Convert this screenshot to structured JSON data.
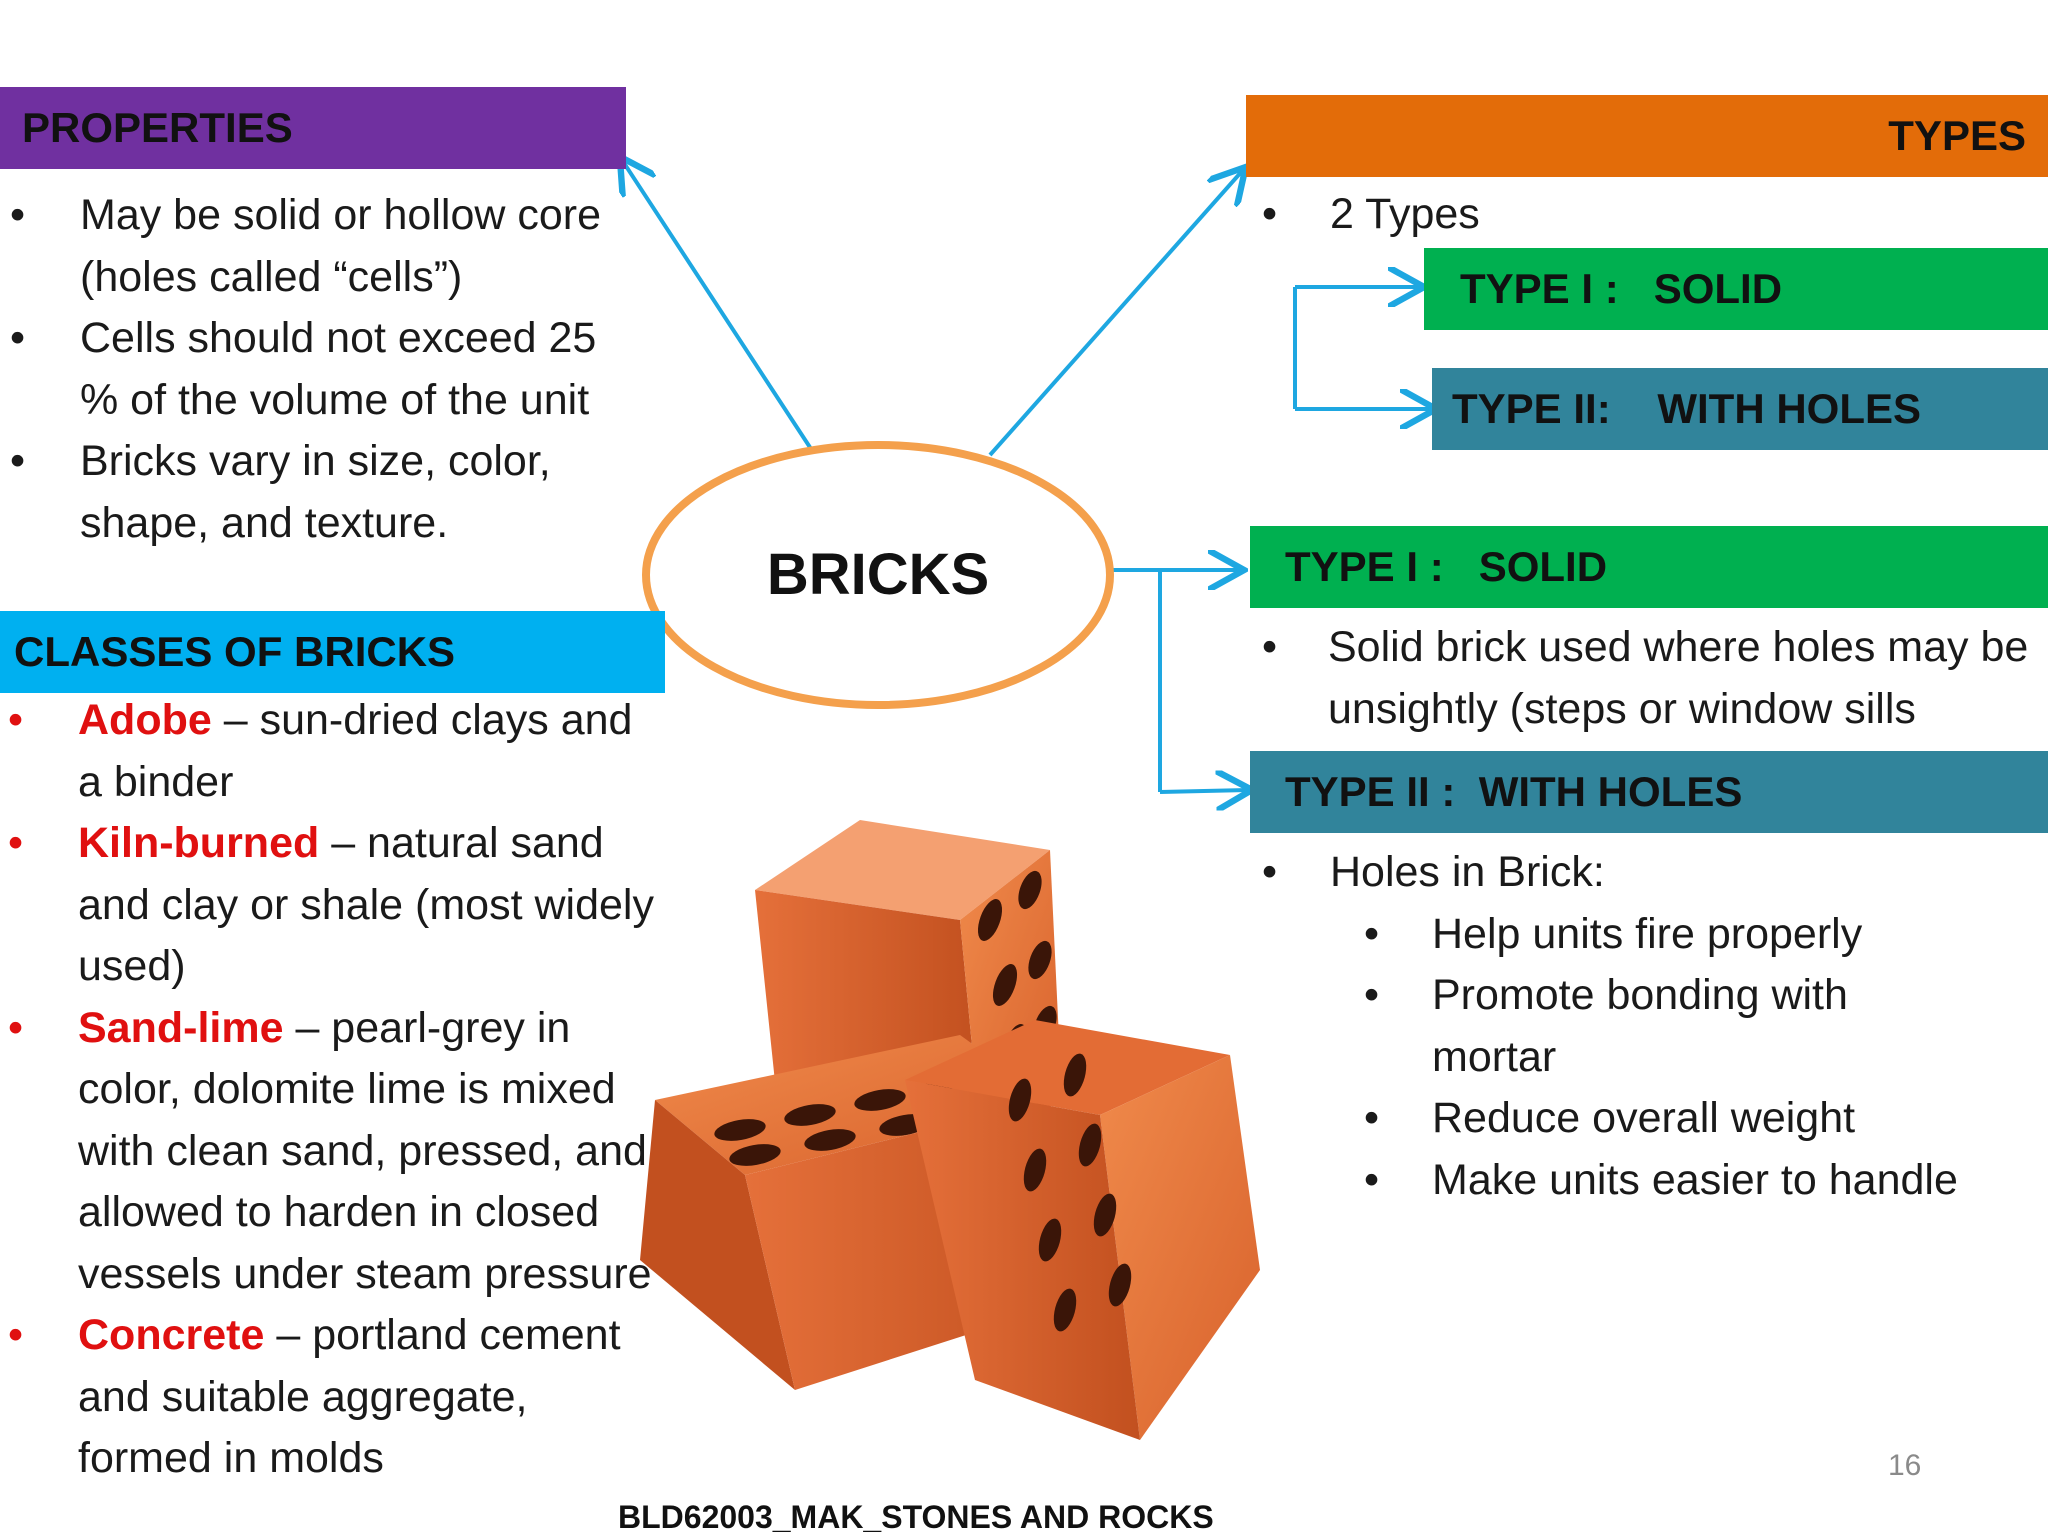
{
  "center": {
    "label": "BRICKS"
  },
  "properties": {
    "header": "PROPERTIES",
    "bullets": [
      "May be solid or hollow core (holes called “cells”)",
      "Cells should not exceed 25 % of the volume of the unit",
      "Bricks vary in size, color, shape, and texture."
    ]
  },
  "classes": {
    "header": "CLASSES OF BRICKS",
    "items": [
      {
        "term": "Adobe",
        "desc": " – sun-dried clays and a binder"
      },
      {
        "term": "Kiln-burned",
        "desc": " – natural sand and clay or shale (most widely used)"
      },
      {
        "term": "Sand-lime",
        "desc": " – pearl-grey in color, dolomite lime is mixed with clean sand, pressed, and allowed to harden in closed vessels under steam pressure"
      },
      {
        "term": "Concrete",
        "desc": " – portland cement and suitable aggregate, formed in molds"
      }
    ]
  },
  "types": {
    "header": "TYPES",
    "count": "2 Types",
    "type1_box": "TYPE I :   SOLID",
    "type2_box": "TYPE II:    WITH HOLES"
  },
  "solid": {
    "header": "TYPE I :   SOLID",
    "bullets": [
      "Solid brick used where holes may be unsightly (steps or window sills"
    ]
  },
  "holes": {
    "header": "TYPE II :  WITH HOLES",
    "intro": "Holes in Brick:",
    "reasons": [
      "Help units fire properly",
      "Promote bonding with mortar",
      "Reduce overall weight",
      "Make units easier to handle"
    ]
  },
  "footer": {
    "course": "BLD62003_MAK_STONES AND ROCKS",
    "page": "16"
  },
  "colors": {
    "purple": "#7030a0",
    "orange": "#e36c09",
    "green": "#00b050",
    "teal": "#31849b",
    "cyan": "#00b0f0",
    "arrow": "#1ea7e1",
    "red": "#e01010"
  }
}
